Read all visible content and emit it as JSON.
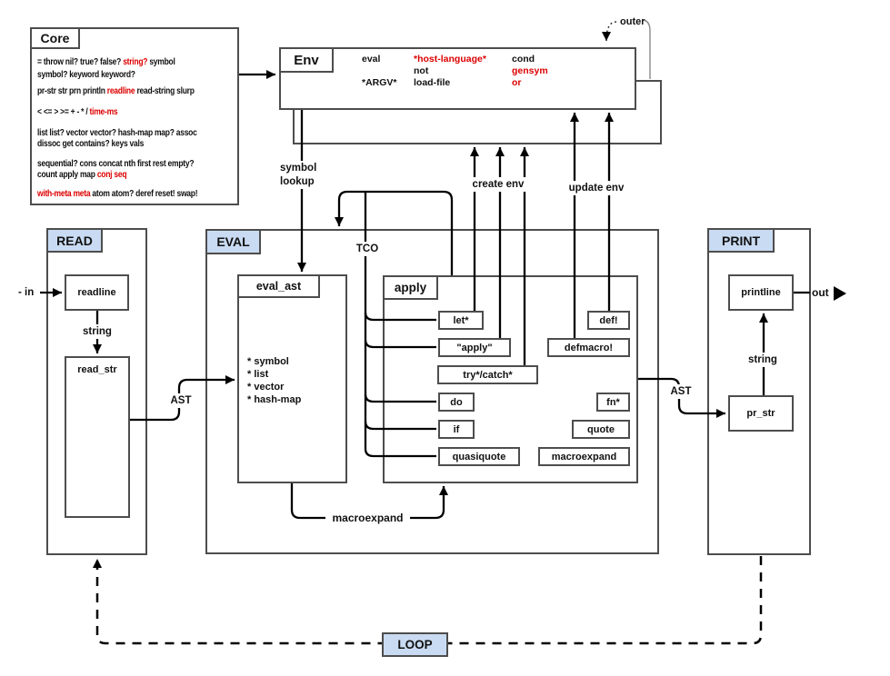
{
  "palette": {
    "red": "#dd0000",
    "tab_blue": "#c9dbf2",
    "border_gray": "#4d4d4d",
    "line_black": "#000000"
  },
  "core": {
    "title": "Core",
    "lines": [
      [
        {
          "t": "= throw nil? true? false? "
        },
        {
          "t": "string?",
          "red": true
        },
        {
          "t": " symbol"
        }
      ],
      [
        {
          "t": "symbol? keyword keyword?"
        }
      ],
      [
        {
          "t": "pr-str str prn println "
        },
        {
          "t": "readline",
          "red": true
        },
        {
          "t": " read-string slurp"
        }
      ],
      [
        {
          "t": "< <= > >= + - * / "
        },
        {
          "t": "time-ms",
          "red": true
        }
      ],
      [
        {
          "t": "list list? vector vector? hash-map map? assoc"
        }
      ],
      [
        {
          "t": "dissoc get contains? keys vals"
        }
      ],
      [
        {
          "t": "sequential? cons concat nth first rest empty?"
        }
      ],
      [
        {
          "t": "count apply map "
        },
        {
          "t": "conj seq",
          "red": true
        }
      ],
      [
        {
          "t": "with-meta meta",
          "red": true
        },
        {
          "t": " atom atom? deref reset! swap!"
        }
      ]
    ]
  },
  "env": {
    "title": "Env",
    "items": [
      {
        "label": "eval",
        "red": false
      },
      {
        "label": "*host-language*",
        "red": true
      },
      {
        "label": "cond",
        "red": false
      },
      {
        "label": "not",
        "red": false
      },
      {
        "label": "gensym",
        "red": true
      },
      {
        "label": "*ARGV*",
        "red": false
      },
      {
        "label": "load-file",
        "red": false
      },
      {
        "label": "or",
        "red": true
      }
    ]
  },
  "read": {
    "title": "READ",
    "readline": "readline",
    "read_str": "read_str"
  },
  "eval": {
    "title": "EVAL",
    "eval_ast": {
      "title": "eval_ast",
      "items": [
        "* symbol",
        "* list",
        "* vector",
        "* hash-map"
      ]
    },
    "apply": {
      "title": "apply",
      "children": [
        {
          "label": "let*"
        },
        {
          "label": "\"apply\""
        },
        {
          "label": "try*/catch*"
        },
        {
          "label": "do"
        },
        {
          "label": "if"
        },
        {
          "label": "quasiquote"
        },
        {
          "label": "def!"
        },
        {
          "label": "defmacro!"
        },
        {
          "label": "fn*"
        },
        {
          "label": "quote"
        },
        {
          "label": "macroexpand"
        }
      ]
    }
  },
  "print": {
    "title": "PRINT",
    "printline": "printline",
    "pr_str": "pr_str"
  },
  "loop": {
    "title": "LOOP"
  },
  "connectors": {
    "outer": "outer",
    "symbol_lookup": [
      "symbol",
      "lookup"
    ],
    "tco": "TCO",
    "create_env": "create env",
    "update_env": "update env",
    "ast_left": "AST",
    "ast_right": "AST",
    "string_read": "string",
    "string_print": "string",
    "macroexpand": "macroexpand",
    "in": "- in",
    "out": "out"
  }
}
